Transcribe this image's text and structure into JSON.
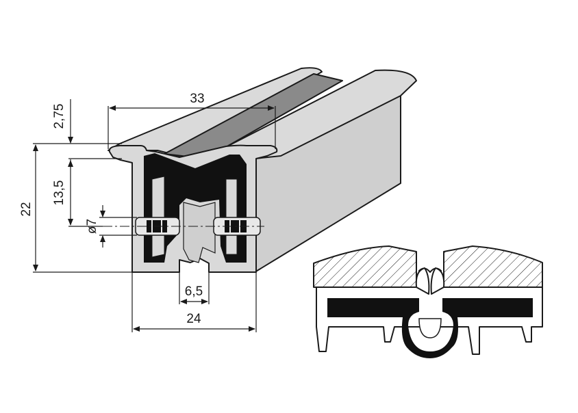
{
  "dimensions": {
    "width_top": "33",
    "lip": "2,75",
    "overall_height": "22",
    "inner_height": "13,5",
    "hole": "ø7",
    "slot": "6,5",
    "width_base": "24"
  },
  "colors": {
    "profile_fill": "#d4d4d4",
    "profile_face": "#c8c8c8",
    "rubber": "#111111",
    "groove": "#888888",
    "line": "#1a1a1a"
  }
}
